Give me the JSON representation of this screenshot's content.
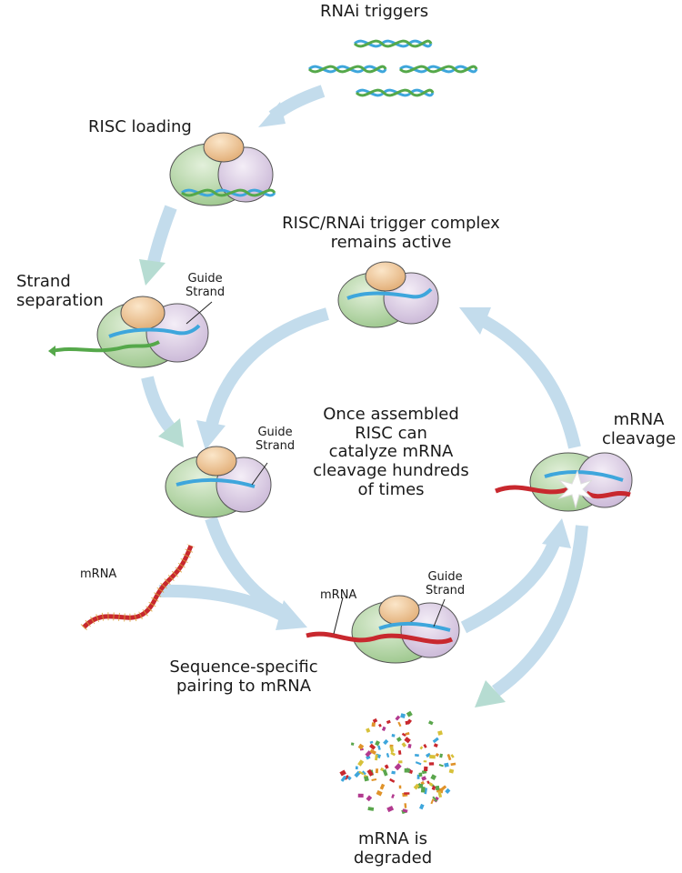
{
  "labels": {
    "rnai_triggers": "RNAi triggers",
    "risc_loading": "RISC loading",
    "complex_active_l1": "RISC/RNAi trigger complex",
    "complex_active_l2": "remains active",
    "strand_separation_l1": "Strand",
    "strand_separation_l2": "separation",
    "guide_strand_1_l1": "Guide",
    "guide_strand_1_l2": "Strand",
    "guide_strand_2_l1": "Guide",
    "guide_strand_2_l2": "Strand",
    "guide_strand_3_l1": "Guide",
    "guide_strand_3_l2": "Strand",
    "center_l1": "Once assembled",
    "center_l2": "RISC can",
    "center_l3": "catalyze mRNA",
    "center_l4": "cleavage hundreds",
    "center_l5": "of times",
    "mrna_cleavage_l1": "mRNA",
    "mrna_cleavage_l2": "cleavage",
    "mrna_free": "mRNA",
    "mrna_bound": "mRNA",
    "pairing_l1": "Sequence-specific",
    "pairing_l2": "pairing to mRNA",
    "degraded_l1": "mRNA is",
    "degraded_l2": "degraded"
  },
  "colors": {
    "arrow": "#c3dcec",
    "arrow_head_teal": "#b6dcd2",
    "risc_green": "#b7d7a8",
    "risc_purple": "#ddd0e6",
    "risc_tan": "#f0c99a",
    "strand_blue": "#3ea6dc",
    "strand_green": "#55a84a",
    "mrna_red": "#c8282e"
  }
}
